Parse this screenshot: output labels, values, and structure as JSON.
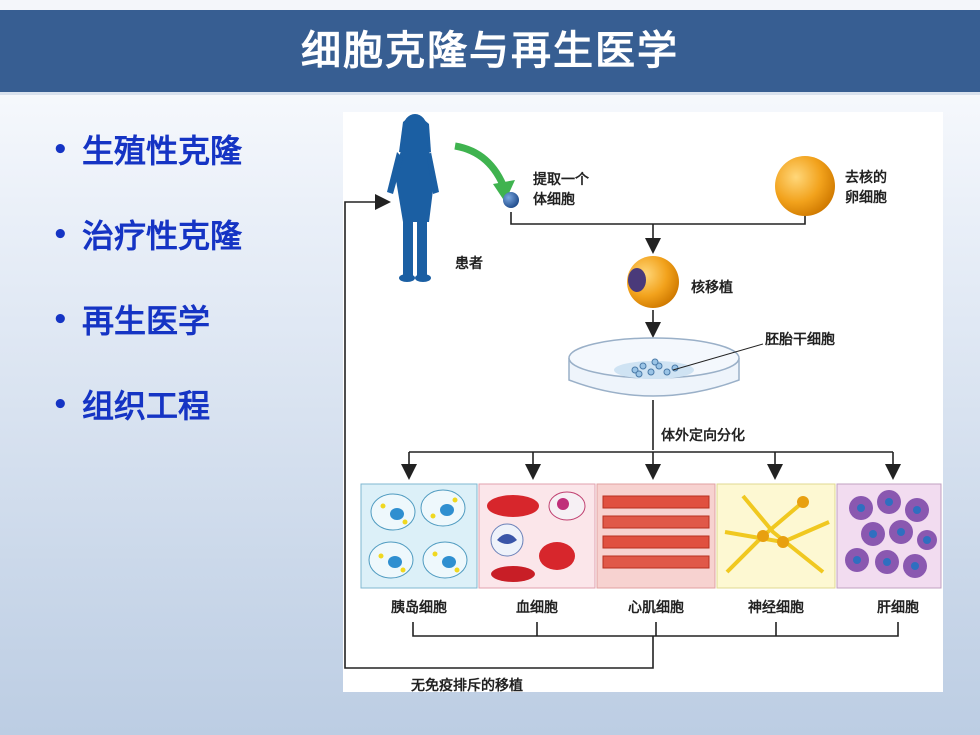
{
  "title": "细胞克隆与再生医学",
  "bullets": [
    "生殖性克隆",
    "治疗性克隆",
    "再生医学",
    "组织工程"
  ],
  "diagram": {
    "patient": "患者",
    "extract_line1": "提取一个",
    "extract_line2": "体细胞",
    "enucleated_line1": "去核的",
    "enucleated_line2": "卵细胞",
    "nuclear_transfer": "核移植",
    "embryonic_stem_cells": "胚胎干细胞",
    "directed_differentiation": "体外定向分化",
    "cell_types": [
      "胰岛细胞",
      "血细胞",
      "心肌细胞",
      "神经细胞",
      "肝细胞"
    ],
    "transplant": "无免疫排斥的移植"
  },
  "colors": {
    "banner": "#375e92",
    "bullet_text": "#1534c4",
    "egg": "#f2a21c",
    "somatic_cell": "#2f5fa0"
  }
}
